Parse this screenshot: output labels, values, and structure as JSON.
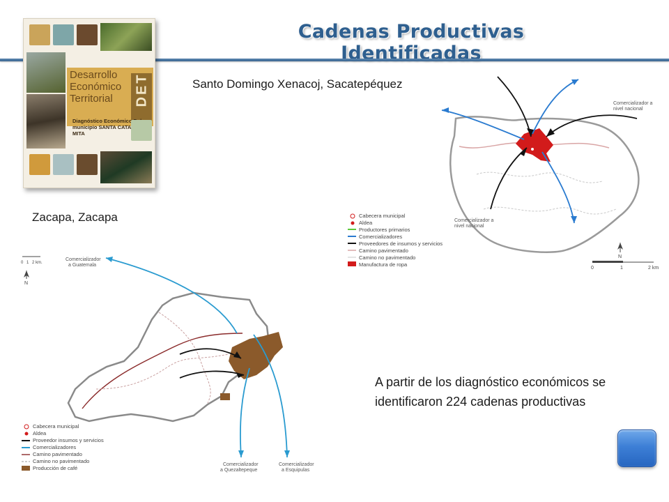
{
  "slide": {
    "title": "Cadenas Productivas Identificadas",
    "cover": {
      "banner_title": "Desarrollo Económico Territorial",
      "det": "DET",
      "subtitle": "Diagnóstico Económico Del municipio SANTA CATARINA MITA"
    },
    "label_santo_domingo": "Santo Domingo Xenacoj, Sacatepéquez",
    "label_zacapa": "Zacapa, Zacapa",
    "body_text": "A partir de los diagnóstico económicos se identificaron 224 cadenas productivas",
    "map_santo_domingo": {
      "callout_top": "Comercializador a nivel nacional",
      "callout_bottom": "Comercializador a nivel nacional",
      "legend": [
        "Cabecera municipal",
        "Aldea",
        "Productores primarios",
        "Comercializadores",
        "Proveedores de insumos y servicios",
        "Camino pavimentado",
        "Camino no pavimentado",
        "Manufactura de ropa"
      ],
      "scale": [
        "0",
        "1",
        "2 km"
      ],
      "north": "N"
    },
    "map_zacapa": {
      "callout_guatemala": "Comercializador a Guatemala",
      "callout_quezaltepeque": "Comercializador a Quezaltepeque",
      "callout_esquipulas": "Comercializador a Esquipulas",
      "legend": [
        "Cabecera municipal",
        "Aldea",
        "Proveedor insumos y servicios",
        "Comercializadores",
        "Camino pavimentado",
        "Camino no pavimentado",
        "Producción de café"
      ],
      "scale": [
        "0",
        "1",
        "2 km."
      ],
      "north": "N"
    },
    "colors": {
      "title": "#2e5f8f",
      "rule": "#3a6591",
      "arrow_blue": "#2a7bd0",
      "arrow_black": "#111111",
      "manufactura": "#d21b1b",
      "cafe": "#8b5a2b"
    },
    "nav_button_icon": "next-slide-button"
  }
}
